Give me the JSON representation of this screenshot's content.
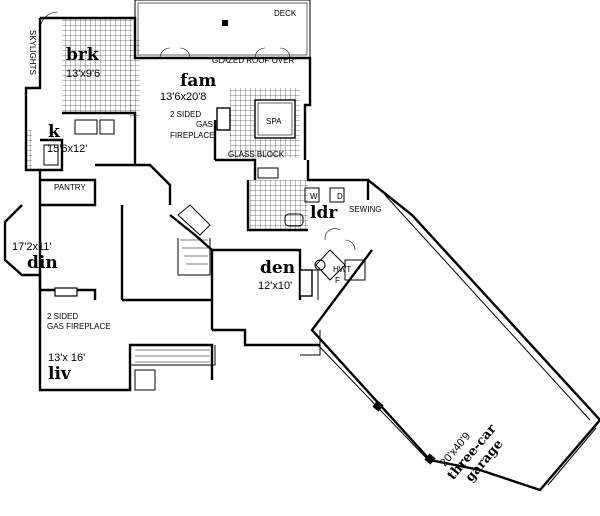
{
  "plan": {
    "rooms": {
      "brk": {
        "name": "brk",
        "dims": "13'x9'6"
      },
      "k": {
        "name": "k",
        "dims": "15'6x12'"
      },
      "fam": {
        "name": "fam",
        "dims": "13'6x20'8"
      },
      "din": {
        "name": "din",
        "dims": "17'2x11'"
      },
      "liv": {
        "name": "liv",
        "dims": "13'x 16'"
      },
      "ldr": {
        "name": "ldr"
      },
      "den": {
        "name": "den",
        "dims": "12'x10'"
      },
      "garage": {
        "dims": "20'x40'9",
        "name_line1": "three-car",
        "name_line2": "garage"
      }
    },
    "notes": {
      "deck": "DECK",
      "glazed_roof": "GLAZED ROOF OVER",
      "skylights": "SKYLIGHTS",
      "spa": "SPA",
      "fam_fireplace_1": "2 SIDED",
      "fam_fireplace_2": "GAS",
      "fam_fireplace_3": "FIREPLACE",
      "glass_block": "GLASS BLOCK",
      "pantry": "PANTRY",
      "sewing": "SEWING",
      "hwt": "HWT",
      "f": "F",
      "w": "W",
      "d": "D",
      "liv_fireplace_1": "2 SIDED",
      "liv_fireplace_2": "GAS FIREPLACE"
    }
  }
}
